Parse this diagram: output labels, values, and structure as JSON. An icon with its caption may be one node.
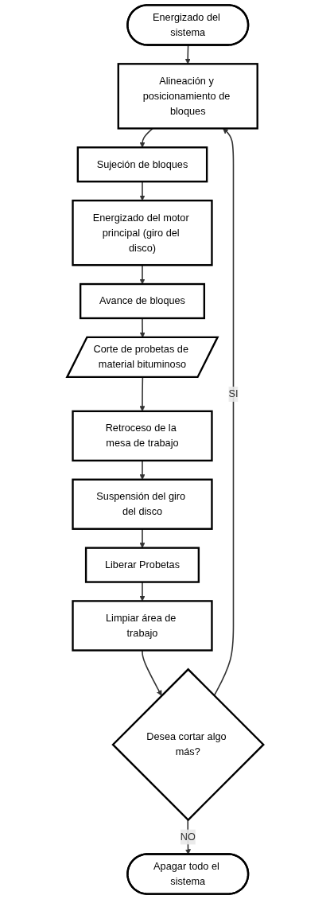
{
  "diagram": {
    "nodes": [
      {
        "text": [
          "Energizado del sistema"
        ]
      },
      {
        "text": [
          "Alineación y posicionamiento de bloques"
        ]
      },
      {
        "text": [
          "Sujeción de bloques"
        ]
      },
      {
        "text": [
          "Energizado del motor principal (giro del disco)"
        ]
      },
      {
        "text": [
          "Avance de bloques"
        ]
      },
      {
        "text": [
          "Corte de probetas de material bituminoso"
        ]
      },
      {
        "text": [
          "Retroceso de la mesa de trabajo"
        ]
      },
      {
        "text": [
          "Suspensión del giro del disco"
        ]
      },
      {
        "text": [
          "Liberar Probetas"
        ]
      },
      {
        "text": [
          "Limpiar área de trabajo"
        ]
      },
      {
        "text": [
          "Desea cortar algo más?"
        ]
      },
      {
        "text": [
          "Apagar todo el sistema"
        ]
      }
    ],
    "edges": [
      {
        "from": 0,
        "to": 1,
        "arrow": "to"
      },
      {
        "from": 1,
        "to": 2,
        "arrow": "to"
      },
      {
        "from": 2,
        "to": 3,
        "arrow": "to"
      },
      {
        "from": 3,
        "to": 4,
        "arrow": "to"
      },
      {
        "from": 4,
        "to": 5,
        "arrow": "to"
      },
      {
        "from": 5,
        "to": 6,
        "arrow": "to"
      },
      {
        "from": 6,
        "to": 7,
        "arrow": "to"
      },
      {
        "from": 7,
        "to": 8,
        "arrow": "to"
      },
      {
        "from": 8,
        "to": 9,
        "arrow": "to"
      },
      {
        "from": 9,
        "to": 10,
        "arrow": "to"
      },
      {
        "from": 10,
        "to": 1,
        "arrow": "to",
        "label": "SI"
      },
      {
        "from": 10,
        "to": 11,
        "arrow": "to",
        "label": "NO"
      }
    ]
  }
}
